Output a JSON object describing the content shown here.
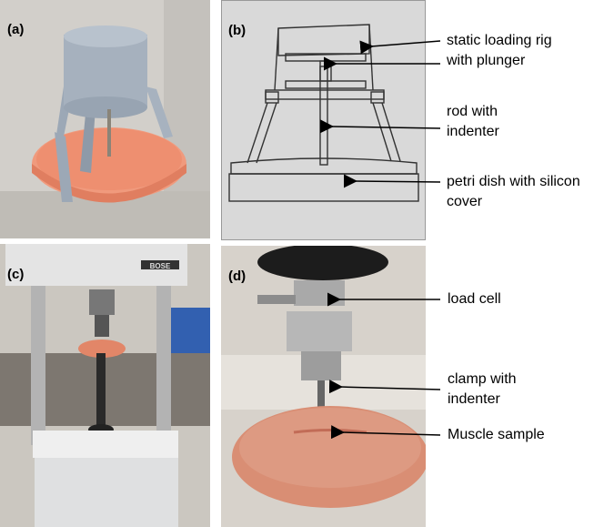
{
  "panels": {
    "a": {
      "label": "(a)"
    },
    "b": {
      "label": "(b)"
    },
    "c": {
      "label": "(c)"
    },
    "d": {
      "label": "(d)"
    }
  },
  "callouts_b": [
    {
      "line1": "static loading rig",
      "line2": "with plunger"
    },
    {
      "line1": "rod with",
      "line2": "indenter"
    },
    {
      "line1": "petri dish with silicon",
      "line2": "cover"
    }
  ],
  "callouts_d": [
    {
      "line1": "load cell",
      "line2": ""
    },
    {
      "line1": "clamp with",
      "line2": "indenter"
    },
    {
      "line1": "Muscle sample",
      "line2": ""
    }
  ],
  "machine_logo": "BOSE",
  "colors": {
    "rig_gray": "#9eaab8",
    "sample_orange": "#e8967a",
    "diagram_bg": "#d9d9d9",
    "machine_white": "#e6e7e8"
  }
}
